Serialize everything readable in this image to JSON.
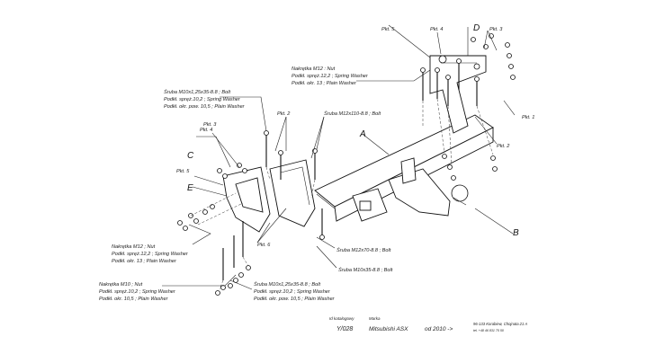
{
  "diagram": {
    "letters": [
      "A",
      "B",
      "C",
      "D",
      "E"
    ],
    "pkt": {
      "p1": "Pkt. 1",
      "p2": "Pkt. 2",
      "p3": "Pkt. 3",
      "p4": "Pkt. 4",
      "p5": "Pkt. 5",
      "p6": "Pkt. 6"
    },
    "nut_top": [
      "Nakrętka M12 : Nut",
      "Podkł. spręż.12,2 ; Spring Washer",
      "Podkł. okr. 13 ; Plain Washer"
    ],
    "bolt_top_left": [
      "Śruba M10x1,25x35-8.8 ; Bolt",
      "Podkł. spręż.10,2 ; Spring Washer",
      "Podkł. okr. pow. 10,5 ; Plain Washer"
    ],
    "bolt_m12x110": "Śruba M12x110-8.8 ; Bolt",
    "nut_left": [
      "Nakrętka M12 ; Nut",
      "Podkł. spręż.12,2 ; Spring Washer",
      "Podkł. okr. 13 ; Plain Washer"
    ],
    "nut_m10": [
      "Nakrętka M10 ; Nut",
      "Podkł. spręż.10,2 ; Spring Washer",
      "Podkł. okr. 10,5 ; Plain Washer"
    ],
    "bolt_bottom": [
      "Śruba M10x1,25x35-8.8 ; Bolt",
      "Podkł. spręż.10,2 ; Spring Washer",
      "Podkł. okr. pow. 10,5 ; Plain Washer"
    ],
    "bolt_m12x70": "Śruba M12x70-8.8 ; Bolt",
    "bolt_m10x35": "Śruba M10x35-8.8 ; Bolt"
  },
  "footer": {
    "id_caption": "Id katalogowy",
    "id_value": "Y/028",
    "brand_caption": "Marka",
    "brand_value": "Mitsubishi ASX",
    "year": "od 2010 ->",
    "address": "96-133 Korabiew, Chojnata 21 A",
    "phone": "tel. +48 46 831 75 50"
  }
}
